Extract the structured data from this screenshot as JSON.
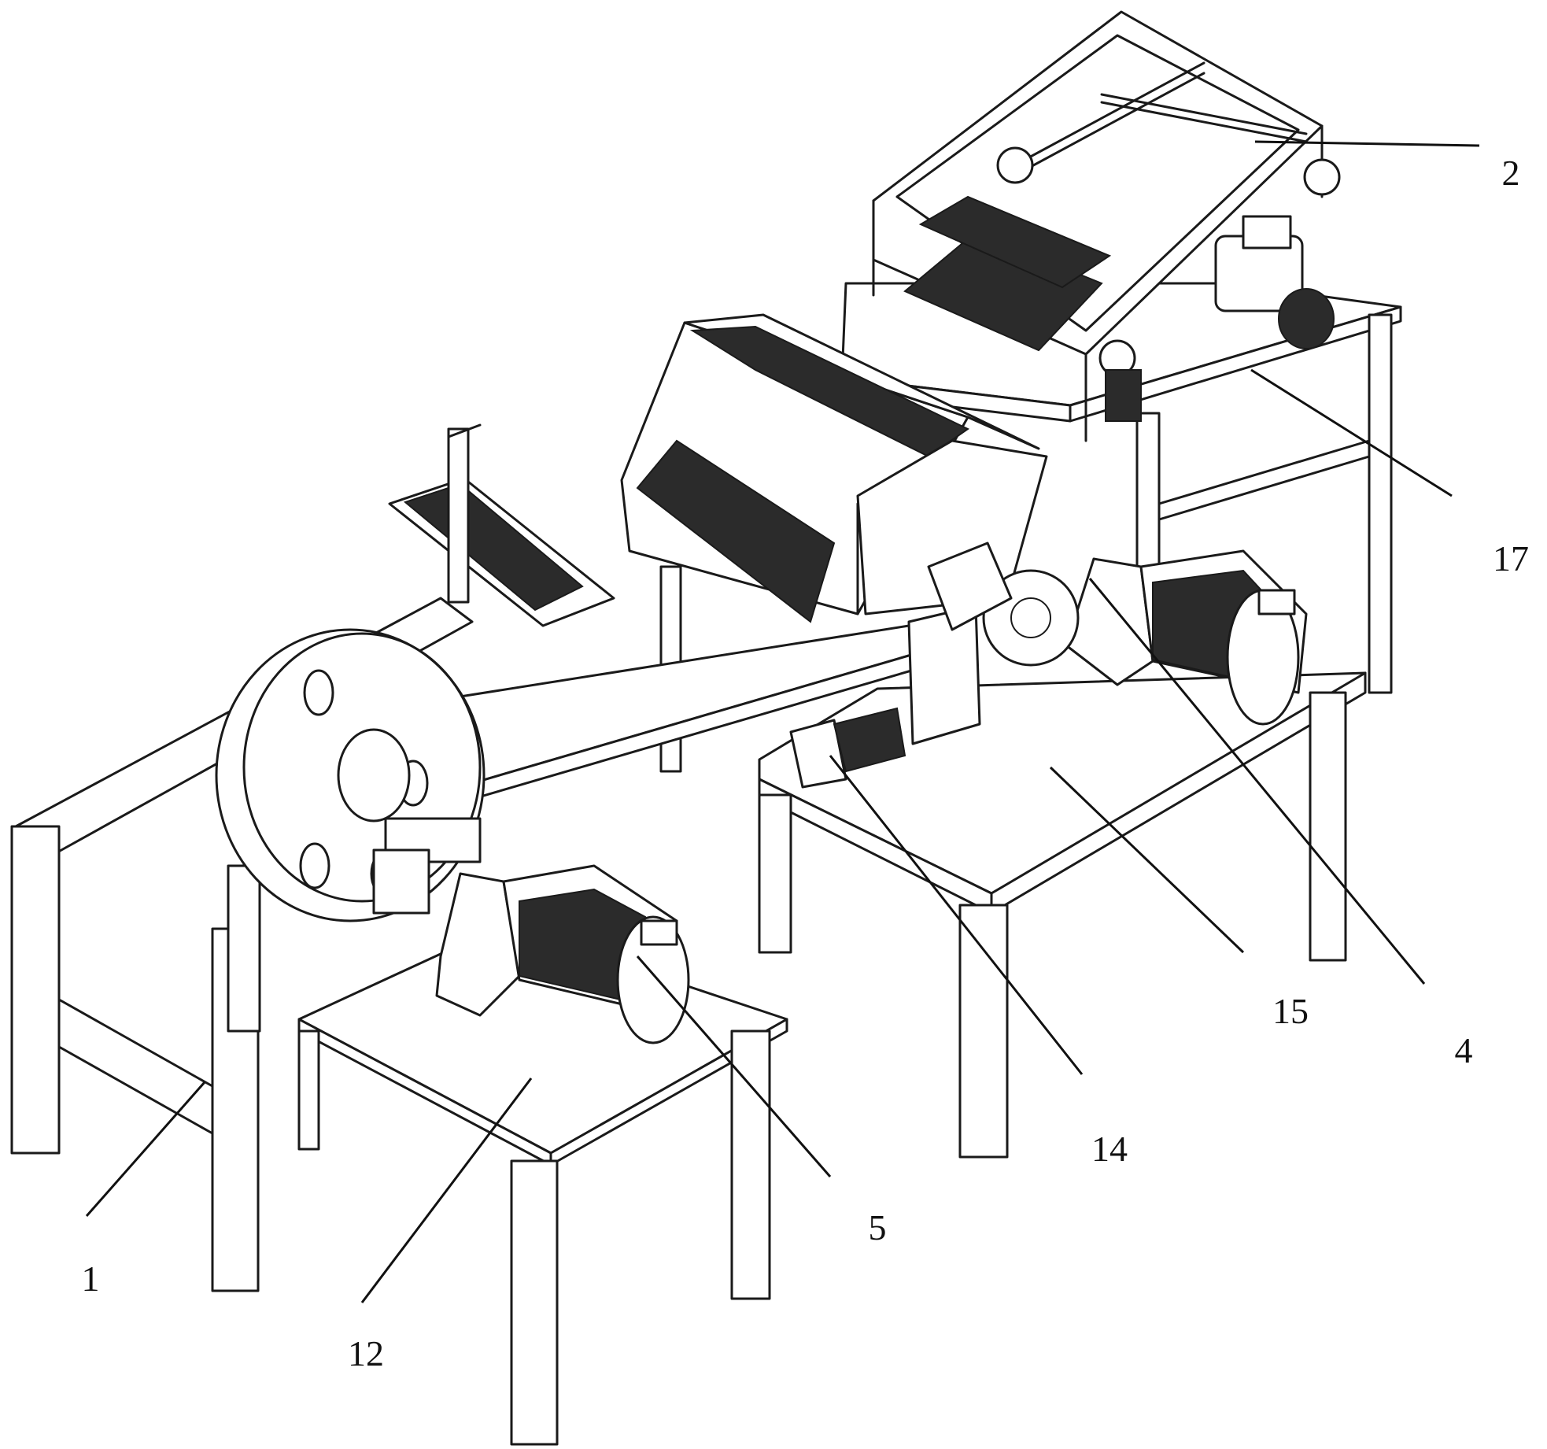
{
  "callouts": [
    {
      "id": "1",
      "label": "1"
    },
    {
      "id": "2",
      "label": "2"
    },
    {
      "id": "4",
      "label": "4"
    },
    {
      "id": "5",
      "label": "5"
    },
    {
      "id": "12",
      "label": "12"
    },
    {
      "id": "14",
      "label": "14"
    },
    {
      "id": "15",
      "label": "15"
    },
    {
      "id": "17",
      "label": "17"
    }
  ]
}
